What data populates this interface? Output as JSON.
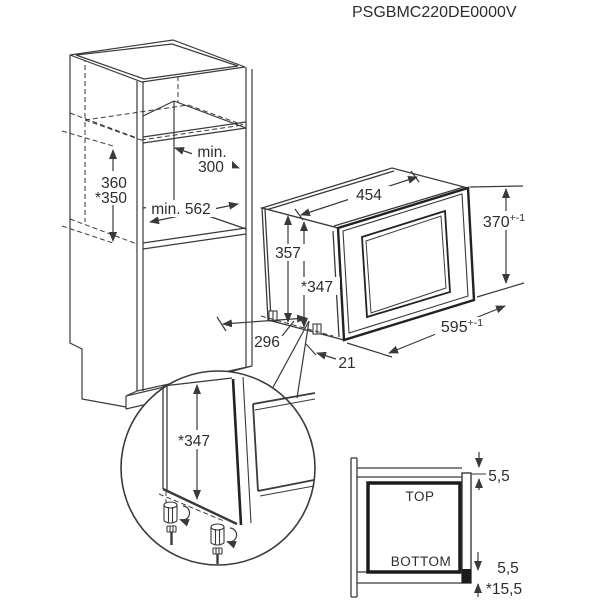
{
  "title": "PSGBMC220DE0000V",
  "colors": {
    "line": "#3a3a3a",
    "line_dark": "#222222",
    "text": "#2d2d2d",
    "background": "#ffffff"
  },
  "cabinet": {
    "niche_depth_min_label": "min.",
    "niche_depth_min_value": "300",
    "niche_height": "360",
    "niche_height_alt": "*350",
    "niche_width_min": "min. 562"
  },
  "microwave": {
    "top_width": "454",
    "side_height": "357",
    "side_height_alt": "*347",
    "front_height": "370",
    "front_height_tolerance": "+-1",
    "front_width": "595",
    "front_width_tolerance": "+-1",
    "body_depth": "296",
    "foot_offset": "21"
  },
  "detail_view": {
    "adjusted_height": "*347"
  },
  "section_view": {
    "top_label": "TOP",
    "bottom_label": "BOTTOM",
    "gap_top": "5,5",
    "gap_bottom": "5,5",
    "offset_bottom_total": "*15,5"
  }
}
